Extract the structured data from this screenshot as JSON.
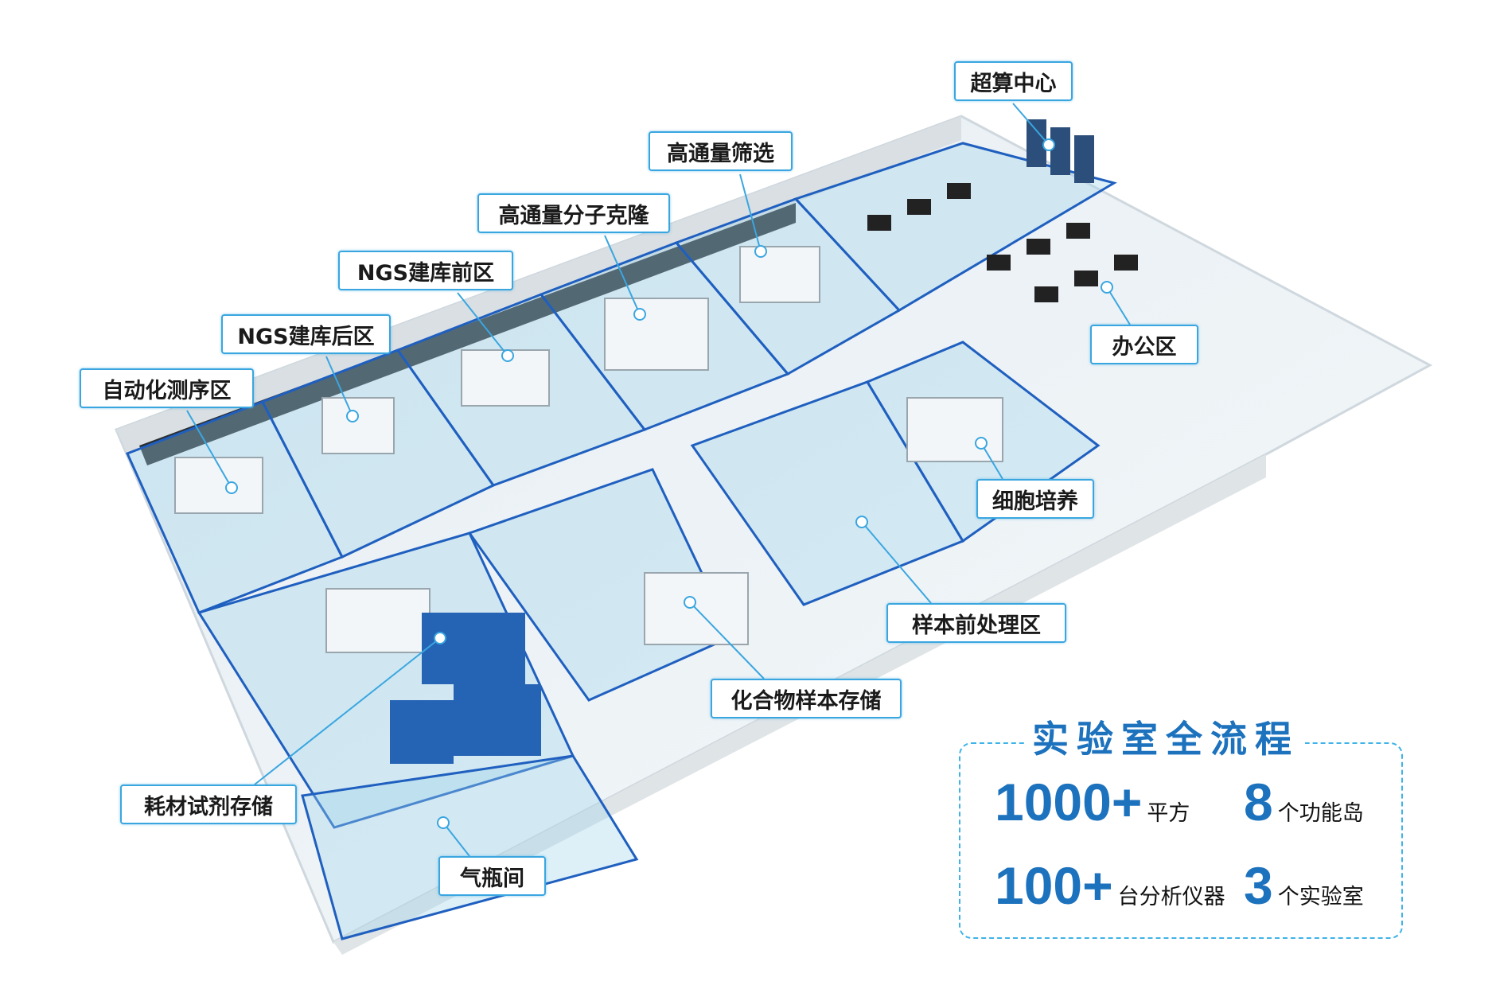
{
  "zones": [
    {
      "id": "supercomputing",
      "label": "超算中心"
    },
    {
      "id": "hts",
      "label": "高通量筛选"
    },
    {
      "id": "cloning",
      "label": "高通量分子克隆"
    },
    {
      "id": "ngs-pre",
      "label": "NGS建库前区"
    },
    {
      "id": "ngs-post",
      "label": "NGS建库后区"
    },
    {
      "id": "sequencing",
      "label": "自动化测序区"
    },
    {
      "id": "office",
      "label": "办公区"
    },
    {
      "id": "cell-culture",
      "label": "细胞培养"
    },
    {
      "id": "sample-prep",
      "label": "样本前处理区"
    },
    {
      "id": "compound-storage",
      "label": "化合物样本存储"
    },
    {
      "id": "consumables",
      "label": "耗材试剂存储"
    },
    {
      "id": "gas-room",
      "label": "气瓶间"
    }
  ],
  "stats": {
    "title": "实验室全流程",
    "items": [
      {
        "value": "1000+",
        "unit": "平方"
      },
      {
        "value": "8",
        "unit": "个功能岛"
      },
      {
        "value": "100+",
        "unit": "台分析仪器"
      },
      {
        "value": "3",
        "unit": "个实验室"
      }
    ]
  },
  "colors": {
    "accent": "#1c72bd",
    "label_border": "#3aa6e0",
    "glass": "#9fd4ea",
    "wall_line": "#1f5fbf"
  }
}
